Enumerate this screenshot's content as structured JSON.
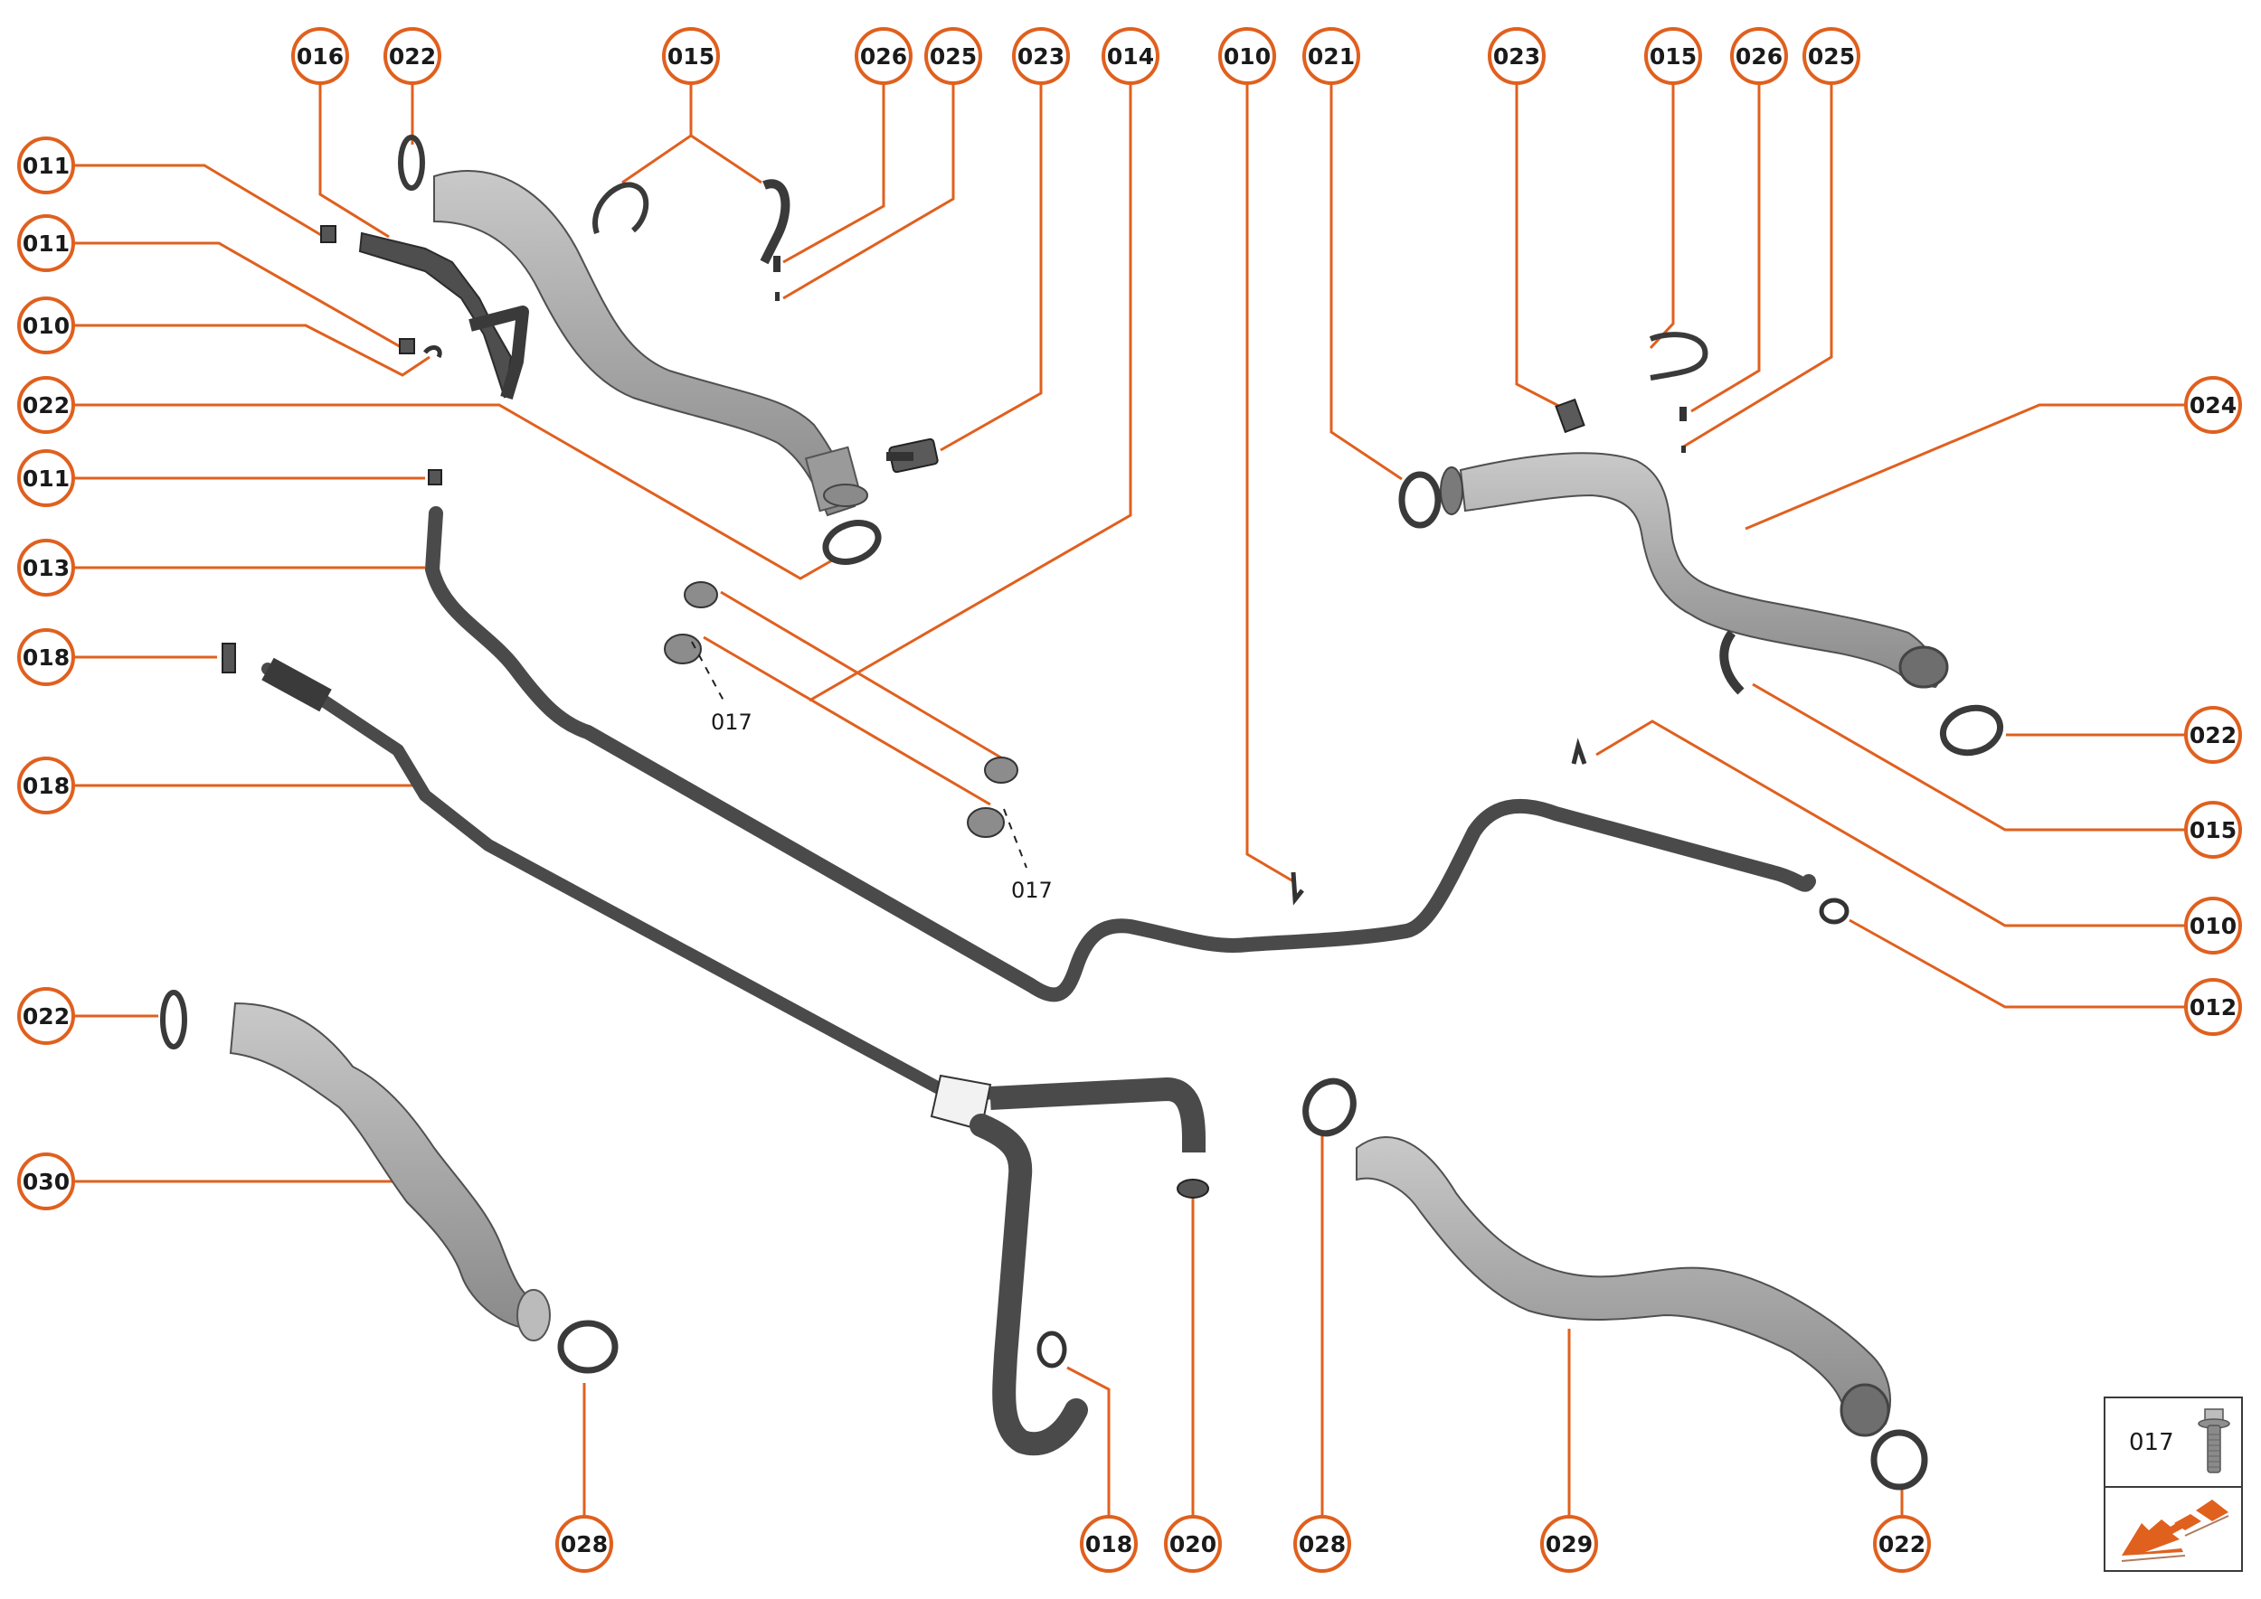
{
  "diagram": {
    "title": "Coolant hoses exploded parts diagram",
    "accent_color": "#e0601e",
    "callouts": {
      "top": [
        "016",
        "022",
        "015",
        "026",
        "025",
        "023",
        "014",
        "010",
        "021",
        "023",
        "015",
        "026",
        "025"
      ],
      "left": [
        "011",
        "011",
        "010",
        "022",
        "011",
        "013",
        "018",
        "018",
        "022",
        "030"
      ],
      "right": [
        "024",
        "022",
        "015",
        "010",
        "012"
      ],
      "bottom": [
        "028",
        "018",
        "020",
        "028",
        "029",
        "022"
      ]
    },
    "inline_labels": [
      "017",
      "017"
    ]
  },
  "legend": {
    "part_code": "017",
    "part_icon": "bolt-icon",
    "direction_icon": "front-direction-arrow-icon"
  }
}
